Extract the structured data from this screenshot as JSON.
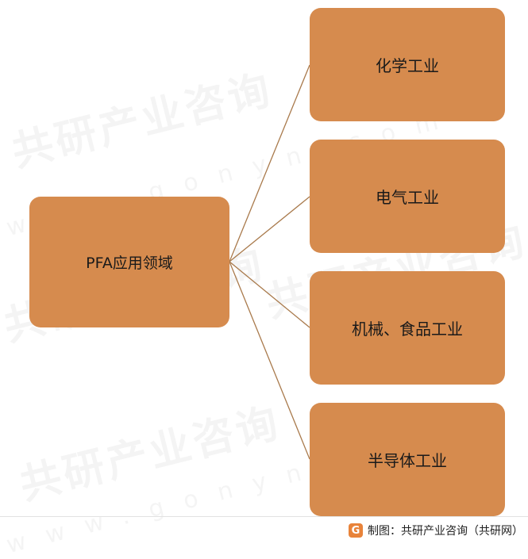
{
  "root": {
    "label": "PFA应用领域"
  },
  "children": [
    {
      "label": "化学工业"
    },
    {
      "label": "电气工业"
    },
    {
      "label": "机械、食品工业"
    },
    {
      "label": "半导体工业"
    }
  ],
  "footer": {
    "source": "制图：共研产业咨询（共研网）"
  },
  "watermark": {
    "brand": "共研产业咨询",
    "url": "www.gonyn.com"
  },
  "colors": {
    "node_fill": "#d68b4e",
    "connector": "#a97a4c",
    "logo": "#e8833a"
  },
  "icons": {
    "logo": "gonyn-logo-icon"
  }
}
